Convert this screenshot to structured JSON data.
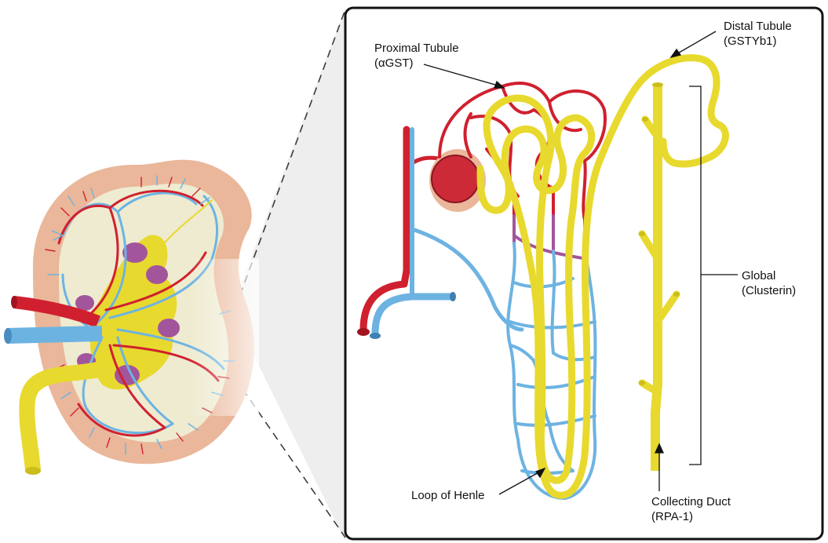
{
  "colors": {
    "artery": "#d0202f",
    "vein": "#6db3e2",
    "tubule": "#e9d92c",
    "junction": "#a2559b",
    "cortex": "#eab79a",
    "medulla": "#eeebd0",
    "glomerulus": "#cc2a37",
    "frame": "#111111"
  },
  "labels": {
    "proximal": {
      "name": "Proximal Tubule",
      "marker": "(αGST)"
    },
    "distal": {
      "name": "Distal Tubule",
      "marker": "(GSTYb1)"
    },
    "global": {
      "name": "Global",
      "marker": "(Clusterin)"
    },
    "loop": {
      "name": "Loop of Henle"
    },
    "collecting": {
      "name": "Collecting Duct",
      "marker": "(RPA-1)"
    }
  }
}
